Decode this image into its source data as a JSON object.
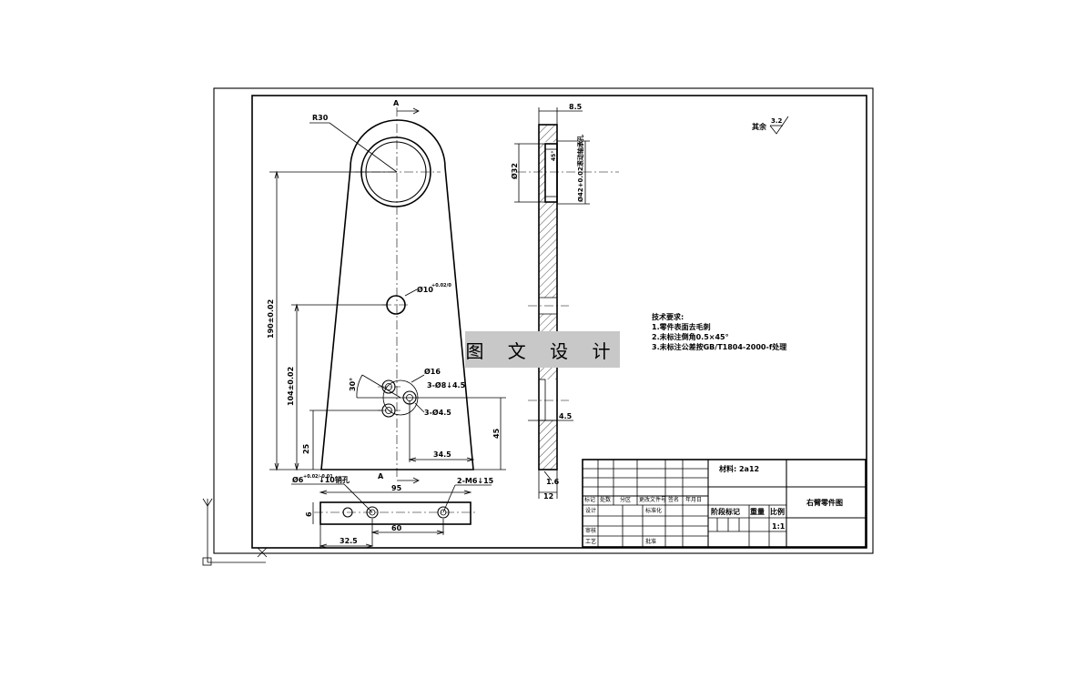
{
  "watermark": "图 文 设 计",
  "section_marks": {
    "top": "A",
    "bottom": "A"
  },
  "front_view": {
    "radius_label": "R30",
    "hole_label": "Ø10",
    "hole_tol": "+0.02/0",
    "dim_190": "190±0.02",
    "dim_104": "104±0.02",
    "dim_25": "25",
    "dim_30deg": "30°",
    "dim_d16": "Ø16",
    "dim_3x_d8": "3-Ø8↓4.5",
    "dim_3x_d4": "3-Ø4.5",
    "dim_45": "45",
    "dim_34_5": "34.5"
  },
  "bottom_view": {
    "pin_label": "Ø6",
    "pin_tol": "+0.02/-0.01",
    "pin_suffix": "↓10销孔",
    "thread_label": "2-M6↓15",
    "dim_95": "95",
    "dim_6": "6",
    "dim_60": "60",
    "dim_32_5": "32.5"
  },
  "side_view": {
    "dim_8_5": "8.5",
    "dim_d32": "Ø32",
    "dim_bore": "Ø42+0.02滚动轴承孔",
    "dim_4_5": "4.5",
    "dim_1_6": "1.6",
    "dim_12": "12"
  },
  "surface_finish": {
    "prefix": "其余",
    "value": "3.2"
  },
  "tech_requirements": {
    "title": "技术要求:",
    "items": [
      "1.零件表面去毛刺",
      "2.未标注倒角0.5×45°",
      "3.未标注公差按GB/T1804-2000-f处理"
    ]
  },
  "title_block": {
    "material": "材料: 2a12",
    "part_name": "右臂零件图",
    "stage_label": "阶段标记",
    "weight_label": "重量",
    "scale_label": "比例",
    "scale_value": "1:1",
    "row_labels": [
      "标记",
      "处数",
      "分区",
      "更改文件号",
      "签名",
      "年月日"
    ],
    "design": "设计",
    "standardize": "标准化",
    "review": "审核",
    "process": "工艺",
    "approve": "批准"
  }
}
